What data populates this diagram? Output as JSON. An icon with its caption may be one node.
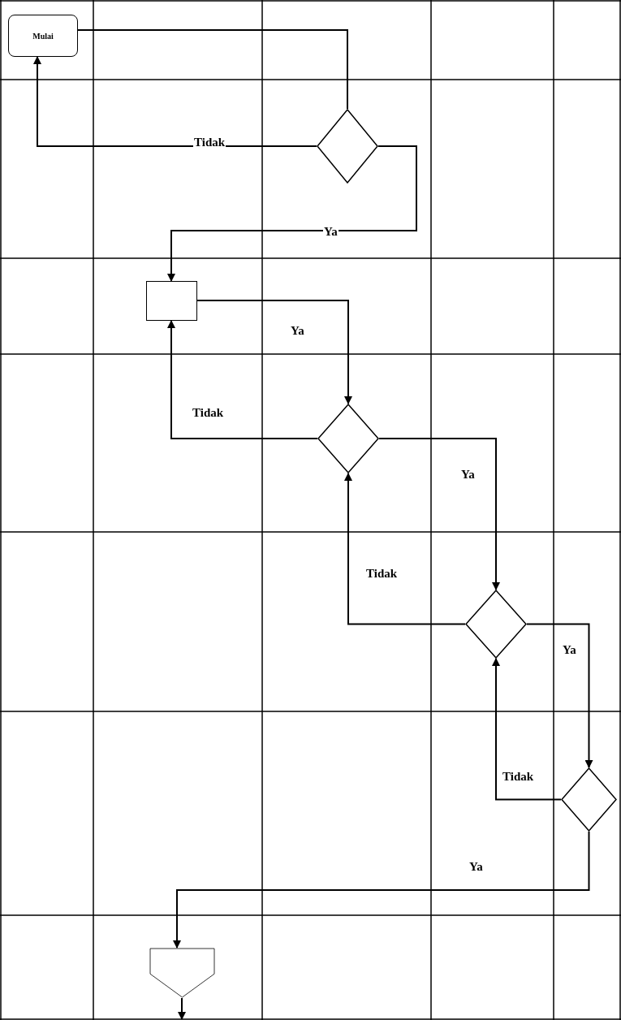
{
  "diagram": {
    "nodes": [
      {
        "text": [
          "Mulai"
        ]
      },
      {
        "text": [],
        "shape": "diamond"
      },
      {
        "text": [],
        "shape": "box"
      },
      {
        "text": [],
        "shape": "diamond"
      },
      {
        "text": [],
        "shape": "diamond"
      },
      {
        "text": [],
        "shape": "diamond"
      },
      {
        "text": [],
        "shape": "pentagon"
      }
    ],
    "edges": [
      {
        "from": 0,
        "to": 1,
        "arrow": "none"
      },
      {
        "from": 1,
        "to": 0,
        "arrow": "to",
        "label": "Tidak"
      },
      {
        "from": 1,
        "to": 2,
        "arrow": "to",
        "label": "Ya"
      },
      {
        "from": 2,
        "to": 3,
        "arrow": "to",
        "label": "Ya"
      },
      {
        "from": 3,
        "to": 2,
        "arrow": "to",
        "label": "Tidak"
      },
      {
        "from": 3,
        "to": 4,
        "arrow": "to",
        "label": "Ya"
      },
      {
        "from": 4,
        "to": 3,
        "arrow": "to",
        "label": "Tidak"
      },
      {
        "from": 4,
        "to": 5,
        "arrow": "to",
        "label": "Ya"
      },
      {
        "from": 5,
        "to": 4,
        "arrow": "to",
        "label": "Tidak"
      },
      {
        "from": 5,
        "to": 6,
        "arrow": "to",
        "label": "Ya"
      },
      {
        "from": 6,
        "to": null,
        "arrow": "to"
      }
    ]
  }
}
